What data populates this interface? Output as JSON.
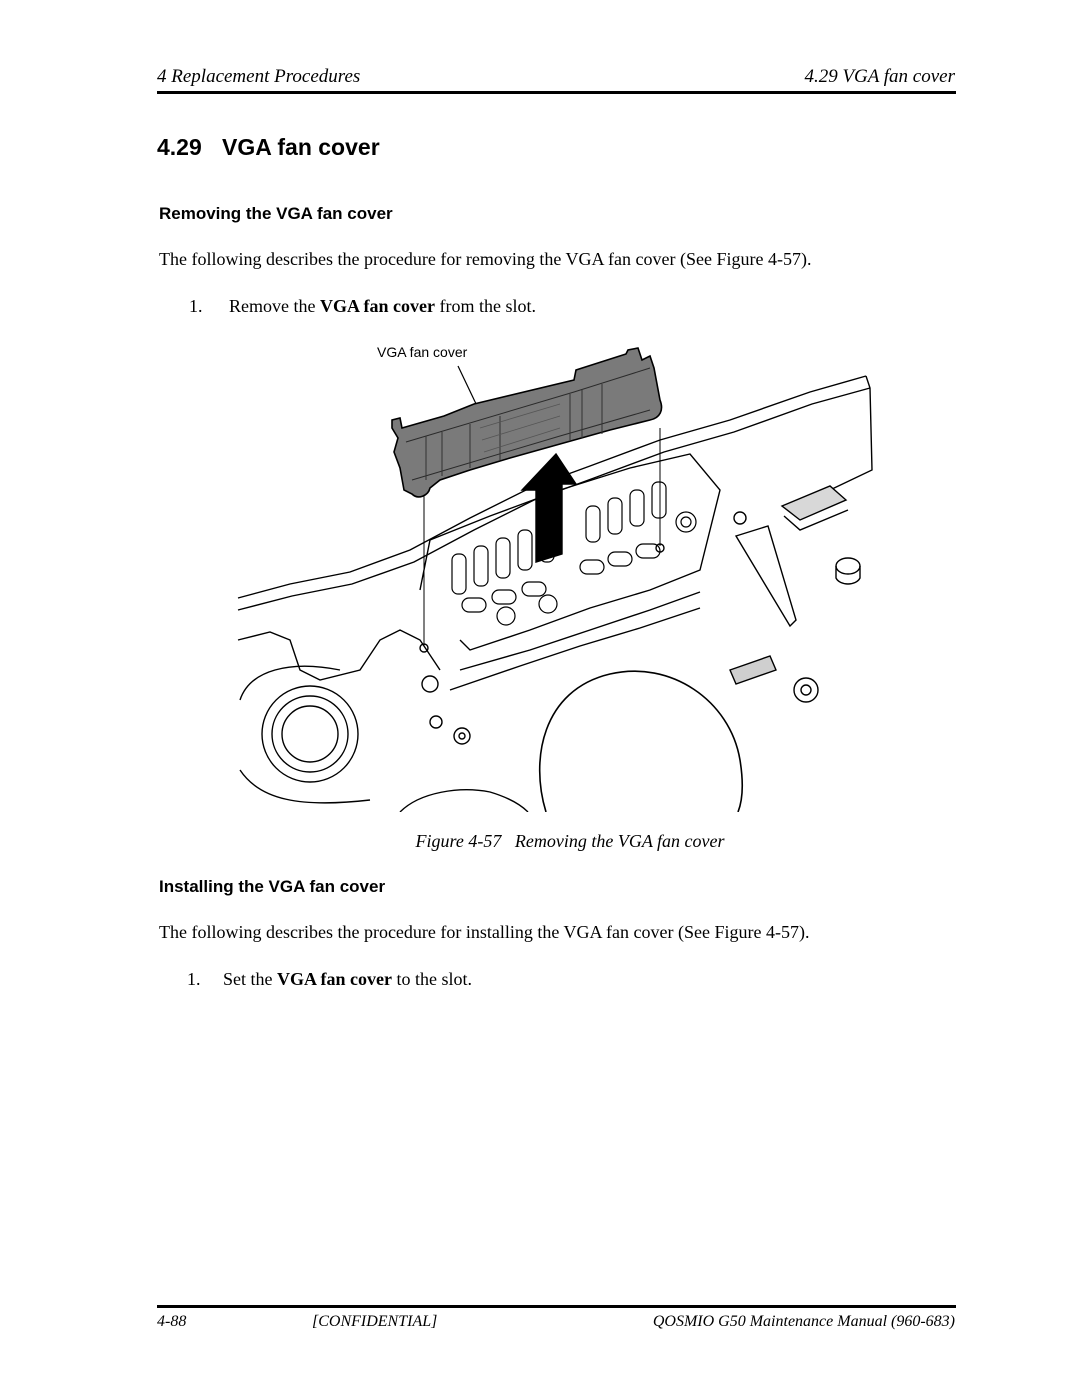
{
  "header": {
    "left": "4 Replacement Procedures",
    "right": "4.29 VGA fan cover"
  },
  "section": {
    "number": "4.29",
    "title": "VGA fan cover"
  },
  "removing": {
    "heading": "Removing the VGA fan cover",
    "intro": "The following describes the procedure for removing the VGA fan cover (See Figure 4-57).",
    "step_number": "1.",
    "step_pre": "Remove the ",
    "step_bold": "VGA fan cover",
    "step_post": " from the slot."
  },
  "figure": {
    "callout": "VGA fan cover",
    "caption_label": "Figure 4-57",
    "caption_text": "Removing the VGA fan cover"
  },
  "installing": {
    "heading": "Installing the VGA fan cover",
    "intro": "The following describes the procedure for installing the VGA fan cover (See Figure 4-57).",
    "step_number": "1.",
    "step_pre": "Set the ",
    "step_bold": "VGA fan cover",
    "step_post": " to the slot."
  },
  "footer": {
    "page": "4-88",
    "confidential": "[CONFIDENTIAL]",
    "manual": "QOSMIO G50 Maintenance Manual (960-683)"
  }
}
